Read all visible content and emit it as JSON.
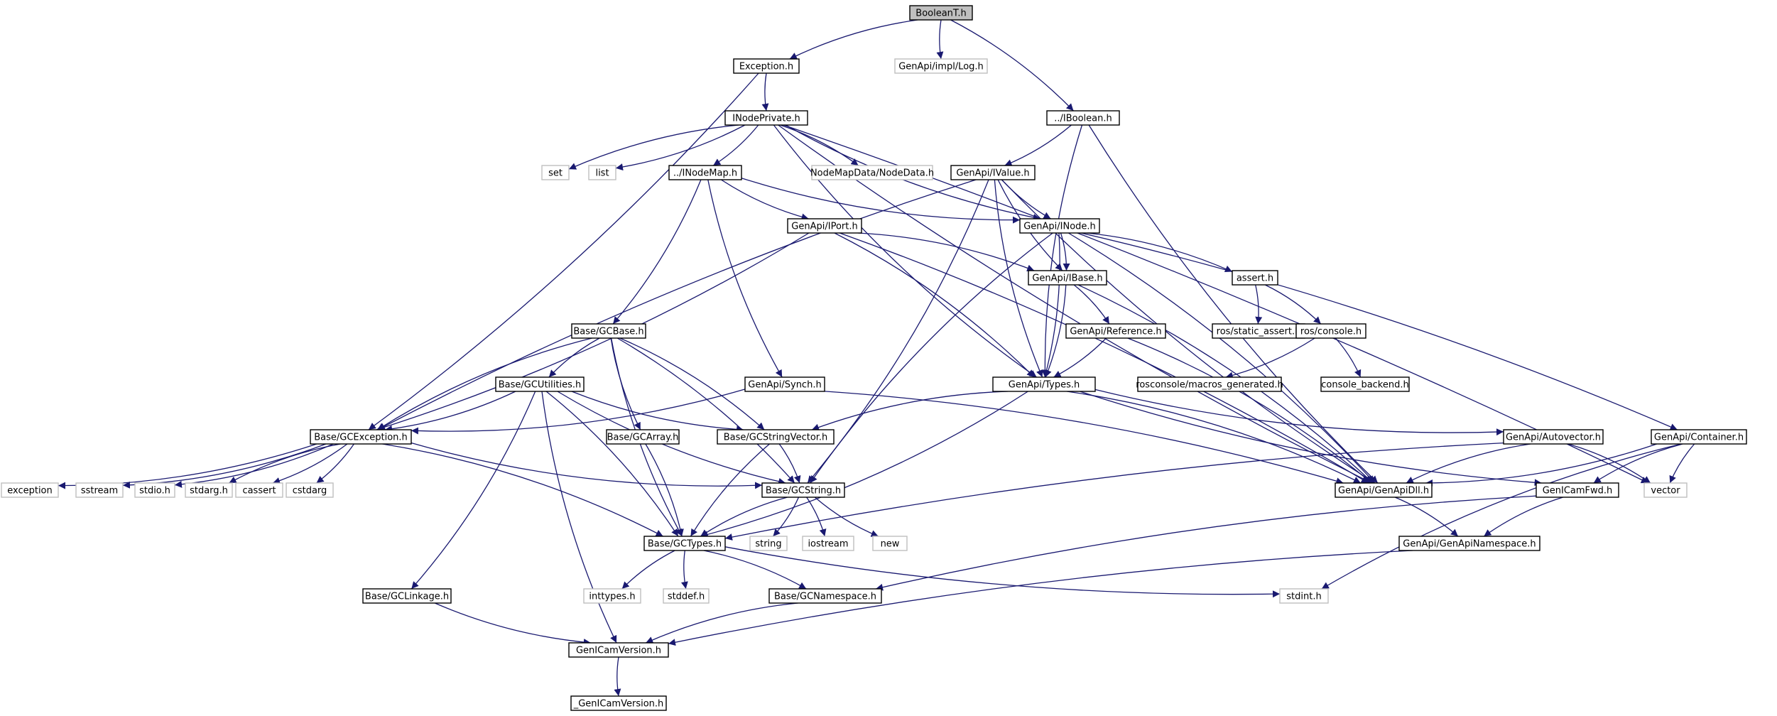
{
  "colors": {
    "edge": "#191970",
    "node_border": "#000000",
    "external_border": "#bfbfbf",
    "root_fill": "#bfbfbf",
    "node_fill": "#ffffff"
  },
  "diagram": {
    "nodes": [
      {
        "id": "booleant",
        "label": "BooleanT.h",
        "kind": "root"
      },
      {
        "id": "exception",
        "label": "Exception.h",
        "kind": "internal"
      },
      {
        "id": "log",
        "label": "GenApi/impl/Log.h",
        "kind": "external"
      },
      {
        "id": "iboolean",
        "label": "../IBoolean.h",
        "kind": "internal"
      },
      {
        "id": "inodeprivate",
        "label": "INodePrivate.h",
        "kind": "internal"
      },
      {
        "id": "set",
        "label": "set",
        "kind": "external"
      },
      {
        "id": "list",
        "label": "list",
        "kind": "external"
      },
      {
        "id": "inodemap",
        "label": "../INodeMap.h",
        "kind": "internal"
      },
      {
        "id": "nodedata",
        "label": "NodeMapData/NodeData.h",
        "kind": "external"
      },
      {
        "id": "ivalue",
        "label": "GenApi/IValue.h",
        "kind": "internal"
      },
      {
        "id": "iport",
        "label": "GenApi/IPort.h",
        "kind": "internal"
      },
      {
        "id": "inode",
        "label": "GenApi/INode.h",
        "kind": "internal"
      },
      {
        "id": "ibase",
        "label": "GenApi/IBase.h",
        "kind": "internal"
      },
      {
        "id": "asserth",
        "label": "assert.h",
        "kind": "internal"
      },
      {
        "id": "ros_static_assert",
        "label": "ros/static_assert.h",
        "kind": "internal"
      },
      {
        "id": "ros_console",
        "label": "ros/console.h",
        "kind": "internal"
      },
      {
        "id": "reference",
        "label": "GenApi/Reference.h",
        "kind": "internal"
      },
      {
        "id": "gcbase",
        "label": "Base/GCBase.h",
        "kind": "internal"
      },
      {
        "id": "synch",
        "label": "GenApi/Synch.h",
        "kind": "internal"
      },
      {
        "id": "types",
        "label": "GenApi/Types.h",
        "kind": "internal"
      },
      {
        "id": "rosconsole_macros",
        "label": "rosconsole/macros_generated.h",
        "kind": "internal"
      },
      {
        "id": "console_backend",
        "label": "console_backend.h",
        "kind": "internal"
      },
      {
        "id": "gcutilities",
        "label": "Base/GCUtilities.h",
        "kind": "internal"
      },
      {
        "id": "gcexception",
        "label": "Base/GCException.h",
        "kind": "internal"
      },
      {
        "id": "gcarray",
        "label": "Base/GCArray.h",
        "kind": "internal"
      },
      {
        "id": "gcstringvector",
        "label": "Base/GCStringVector.h",
        "kind": "internal"
      },
      {
        "id": "autovector",
        "label": "GenApi/Autovector.h",
        "kind": "internal"
      },
      {
        "id": "container",
        "label": "GenApi/Container.h",
        "kind": "internal"
      },
      {
        "id": "exception_std",
        "label": "exception",
        "kind": "external"
      },
      {
        "id": "sstream",
        "label": "sstream",
        "kind": "external"
      },
      {
        "id": "stdio",
        "label": "stdio.h",
        "kind": "external"
      },
      {
        "id": "stdarg",
        "label": "stdarg.h",
        "kind": "external"
      },
      {
        "id": "cassert",
        "label": "cassert",
        "kind": "external"
      },
      {
        "id": "cstdarg",
        "label": "cstdarg",
        "kind": "external"
      },
      {
        "id": "gcstring",
        "label": "Base/GCString.h",
        "kind": "internal"
      },
      {
        "id": "genapidll",
        "label": "GenApi/GenApiDll.h",
        "kind": "internal"
      },
      {
        "id": "genicamfwd",
        "label": "GenICamFwd.h",
        "kind": "internal"
      },
      {
        "id": "vector",
        "label": "vector",
        "kind": "external"
      },
      {
        "id": "gctypes",
        "label": "Base/GCTypes.h",
        "kind": "internal"
      },
      {
        "id": "string",
        "label": "string",
        "kind": "external"
      },
      {
        "id": "iostream",
        "label": "iostream",
        "kind": "external"
      },
      {
        "id": "new",
        "label": "new",
        "kind": "external"
      },
      {
        "id": "genapinamespace",
        "label": "GenApi/GenApiNamespace.h",
        "kind": "internal"
      },
      {
        "id": "inttypes",
        "label": "inttypes.h",
        "kind": "external"
      },
      {
        "id": "stddef",
        "label": "stddef.h",
        "kind": "external"
      },
      {
        "id": "gcnamespace",
        "label": "Base/GCNamespace.h",
        "kind": "internal"
      },
      {
        "id": "stdint",
        "label": "stdint.h",
        "kind": "external"
      },
      {
        "id": "gclinkage",
        "label": "Base/GCLinkage.h",
        "kind": "internal"
      },
      {
        "id": "genicamversion",
        "label": "GenICamVersion.h",
        "kind": "internal"
      },
      {
        "id": "_genicamversion",
        "label": "_GenICamVersion.h",
        "kind": "internal"
      }
    ],
    "edges": [
      [
        "booleant",
        "exception"
      ],
      [
        "booleant",
        "log"
      ],
      [
        "booleant",
        "iboolean"
      ],
      [
        "exception",
        "gcexception"
      ],
      [
        "exception",
        "inodeprivate"
      ],
      [
        "inodeprivate",
        "set"
      ],
      [
        "inodeprivate",
        "list"
      ],
      [
        "inodeprivate",
        "inodemap"
      ],
      [
        "inodeprivate",
        "nodedata"
      ],
      [
        "inodeprivate",
        "inode"
      ],
      [
        "inodeprivate",
        "types"
      ],
      [
        "inodeprivate",
        "genapidll"
      ],
      [
        "inodeprivate",
        "vector"
      ],
      [
        "iboolean",
        "ivalue"
      ],
      [
        "iboolean",
        "types"
      ],
      [
        "iboolean",
        "genapidll"
      ],
      [
        "inodemap",
        "iport"
      ],
      [
        "inodemap",
        "inode"
      ],
      [
        "inodemap",
        "gcbase"
      ],
      [
        "inodemap",
        "synch"
      ],
      [
        "ivalue",
        "inode"
      ],
      [
        "ivalue",
        "ibase"
      ],
      [
        "ivalue",
        "types"
      ],
      [
        "ivalue",
        "gcexception"
      ],
      [
        "ivalue",
        "gcstring"
      ],
      [
        "ivalue",
        "genapidll"
      ],
      [
        "iport",
        "ibase"
      ],
      [
        "iport",
        "types"
      ],
      [
        "iport",
        "gcexception"
      ],
      [
        "iport",
        "genapidll"
      ],
      [
        "inode",
        "ibase"
      ],
      [
        "inode",
        "types"
      ],
      [
        "inode",
        "asserth"
      ],
      [
        "inode",
        "container"
      ],
      [
        "inode",
        "gcstring"
      ],
      [
        "inode",
        "genapidll"
      ],
      [
        "ibase",
        "reference"
      ],
      [
        "ibase",
        "types"
      ],
      [
        "ibase",
        "genapidll"
      ],
      [
        "asserth",
        "ros_static_assert"
      ],
      [
        "asserth",
        "ros_console"
      ],
      [
        "ros_console",
        "rosconsole_macros"
      ],
      [
        "ros_console",
        "console_backend"
      ],
      [
        "reference",
        "types"
      ],
      [
        "reference",
        "genapidll"
      ],
      [
        "gcbase",
        "gcutilities"
      ],
      [
        "gcbase",
        "gcexception"
      ],
      [
        "gcbase",
        "gcarray"
      ],
      [
        "gcbase",
        "gcstringvector"
      ],
      [
        "gcbase",
        "gcstring"
      ],
      [
        "gcbase",
        "gctypes"
      ],
      [
        "synch",
        "gcexception"
      ],
      [
        "synch",
        "genapidll"
      ],
      [
        "types",
        "gcstringvector"
      ],
      [
        "types",
        "autovector"
      ],
      [
        "types",
        "genapidll"
      ],
      [
        "types",
        "genicamfwd"
      ],
      [
        "types",
        "gctypes"
      ],
      [
        "gcutilities",
        "gcexception"
      ],
      [
        "gcutilities",
        "gcstringvector"
      ],
      [
        "gcutilities",
        "gcstring"
      ],
      [
        "gcutilities",
        "gctypes"
      ],
      [
        "gcutilities",
        "gclinkage"
      ],
      [
        "gcutilities",
        "genicamversion"
      ],
      [
        "gcexception",
        "exception_std"
      ],
      [
        "gcexception",
        "sstream"
      ],
      [
        "gcexception",
        "stdio"
      ],
      [
        "gcexception",
        "stdarg"
      ],
      [
        "gcexception",
        "cassert"
      ],
      [
        "gcexception",
        "cstdarg"
      ],
      [
        "gcexception",
        "gcstring"
      ],
      [
        "gcexception",
        "gctypes"
      ],
      [
        "gcarray",
        "gctypes"
      ],
      [
        "gcstringvector",
        "gcstring"
      ],
      [
        "gcstringvector",
        "gctypes"
      ],
      [
        "autovector",
        "genapidll"
      ],
      [
        "autovector",
        "vector"
      ],
      [
        "autovector",
        "gctypes"
      ],
      [
        "container",
        "genapidll"
      ],
      [
        "container",
        "genicamfwd"
      ],
      [
        "container",
        "vector"
      ],
      [
        "container",
        "stdint"
      ],
      [
        "gcstring",
        "gctypes"
      ],
      [
        "gcstring",
        "string"
      ],
      [
        "gcstring",
        "iostream"
      ],
      [
        "gcstring",
        "new"
      ],
      [
        "genapidll",
        "genapinamespace"
      ],
      [
        "genicamfwd",
        "genapinamespace"
      ],
      [
        "genicamfwd",
        "gcnamespace"
      ],
      [
        "genapinamespace",
        "genicamversion"
      ],
      [
        "gctypes",
        "inttypes"
      ],
      [
        "gctypes",
        "stddef"
      ],
      [
        "gctypes",
        "gcnamespace"
      ],
      [
        "gctypes",
        "stdint"
      ],
      [
        "gcnamespace",
        "genicamversion"
      ],
      [
        "gclinkage",
        "genicamversion"
      ],
      [
        "genicamversion",
        "_genicamversion"
      ]
    ]
  }
}
